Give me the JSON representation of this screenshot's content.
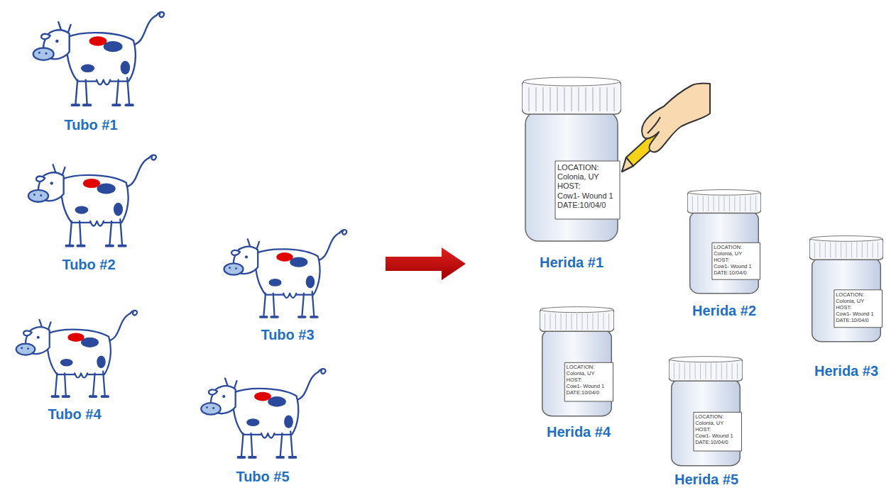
{
  "diagram": {
    "labels": [
      "Tubo #1",
      "Tubo #2",
      "Tubo #3",
      "Tubo #4",
      "Tubo #5",
      "LOCATION:",
      "Colonia, UY",
      "HOST:",
      "Cow1- Wound 1",
      "DATE:10/04/0",
      "Herida #1",
      "LOCATION:",
      "Colonia, UY",
      "HOST:",
      "Cow1- Wound 1",
      "DATE:10/04/0",
      "Herida #2",
      "LOCATION:",
      "Colonia, UY",
      "HOST:",
      "Cow1- Wound 1",
      "DATE:10/04/0",
      "Herida #3",
      "LOCATION:",
      "Colonia, UY",
      "HOST:",
      "Cow1- Wound 1",
      "DATE:10/04/0",
      "Herida #4",
      "LOCATION:",
      "Colonia, UY",
      "HOST:",
      "Cow1- Wound 1",
      "DATE:10/04/0",
      "Herida #5"
    ]
  }
}
